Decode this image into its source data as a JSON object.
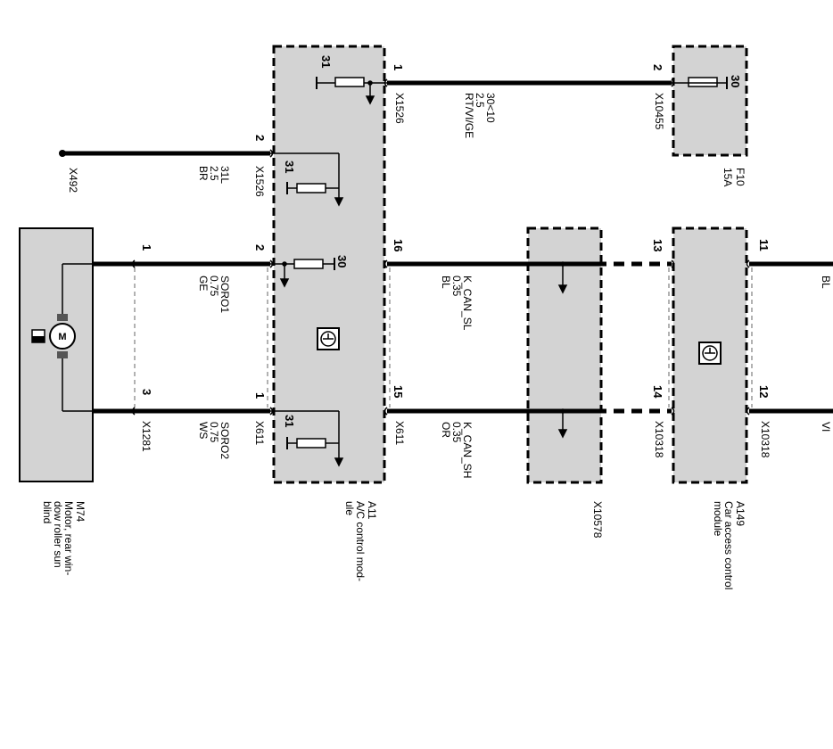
{
  "components": {
    "m74": {
      "id": "M74",
      "name": "Motor, rear win-\ndow roller sun\nblind"
    },
    "a11": {
      "id": "A11",
      "name": "A/C control mod-\nule"
    },
    "x10578": {
      "id": "X10578"
    },
    "a149": {
      "id": "A149",
      "name": "Car access control\nmodule"
    },
    "f10": {
      "id": "F10",
      "rating": "15A"
    }
  },
  "ground": {
    "id": "X492"
  },
  "pins": {
    "a11_top_31": "31",
    "a11_mid_31": "31",
    "a11_30": "30",
    "a11_bot_31": "31",
    "f10_30": "30",
    "x1526_1": "1",
    "x10455_2": "2",
    "x1526_2": "2",
    "x1281_1": "1",
    "x826_2": "2",
    "x611_16": "16",
    "x10318_13": "13",
    "x10318_11": "11",
    "x1281_3": "3",
    "x611_1": "1",
    "x611_15": "15",
    "x10318_14": "14",
    "x10318_12": "12"
  },
  "connectors": {
    "x1526_top": "X1526",
    "x10455": "X10455",
    "x1526_mid": "X1526",
    "x1281": "X1281",
    "x611_left": "X611",
    "x611_right": "X611",
    "x10318_left": "X10318",
    "x10318_right": "X10318"
  },
  "wires": {
    "w30": "30<10\n2.5\nRT/VI/GE",
    "w31l": "31L\n2.5\nBR",
    "soro1": "SORO1\n0.75\nGE",
    "soro2": "SORO2\n0.75\nWS",
    "kcan_sl": "K_CAN_SL\n0.35\nBL",
    "kcan_sh": "K_CAN_SH\n0.35\nOR",
    "right_top": "BL",
    "right_bottom": "VI"
  }
}
